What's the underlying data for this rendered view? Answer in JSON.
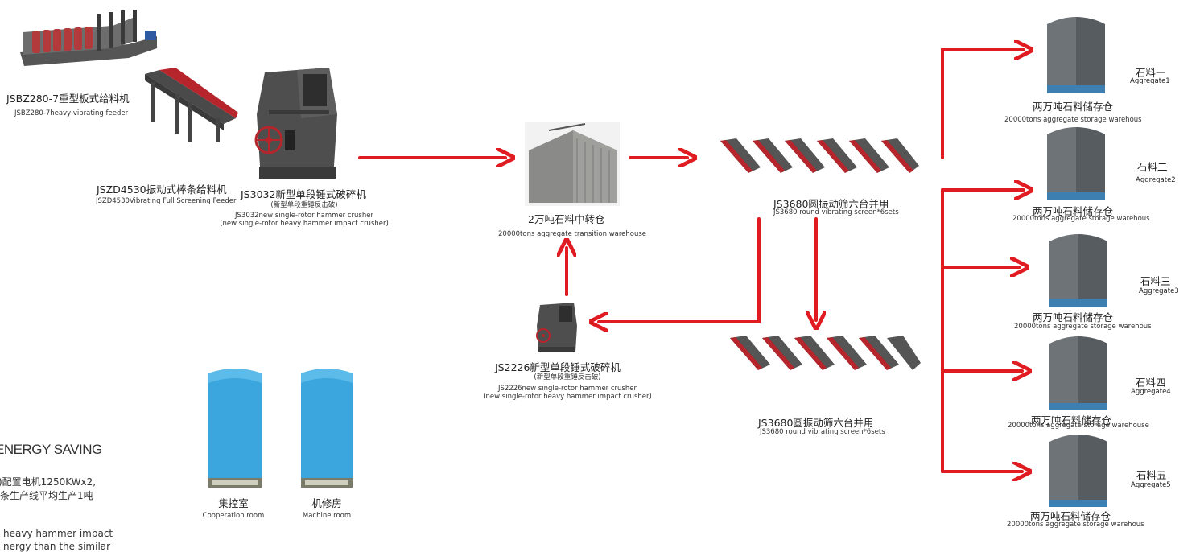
{
  "colors": {
    "arrow": "#e11b22",
    "machine_dark": "#4a4a4a",
    "machine_red": "#b5252b",
    "silo": "#6e7378",
    "silo_base": "#3d7fb0",
    "room": "#3aa6dd"
  },
  "feeder1": {
    "cn": "JSBZ280-7重型板式给料机",
    "en": "JSBZ280-7heavy vibrating feeder"
  },
  "feeder2": {
    "cn": "JSZD4530振动式棒条给料机",
    "en": "JSZD4530Vibrating Full Screening Feeder"
  },
  "crusher1": {
    "cn": "JS3032新型单段锤式破碎机",
    "sub": "(新型单段重锤反击破)",
    "en1": "JS3032new single-rotor hammer crusher",
    "en2": "(new single-rotor heavy hammer impact crusher)"
  },
  "transition": {
    "cn": "2万吨石料中转仓",
    "en": "20000tons aggregate transition warehouse"
  },
  "screen1": {
    "cn": "JS3680圆振动筛六台并用",
    "en": "JS3680 round vibrating screen*6sets"
  },
  "screen2": {
    "cn": "JS3680圆振动筛六台并用",
    "en": "JS3680 round vibrating screen*6sets"
  },
  "crusher2": {
    "cn": "JS2226新型单段锤式破碎机",
    "sub": "(新型单段重锤反击破)",
    "en1": "JS2226new single-rotor hammer crusher",
    "en2": "(new single-rotor heavy hammer impact crusher)"
  },
  "rooms": [
    {
      "cn": "集控室",
      "en": "Cooperation room"
    },
    {
      "cn": "机修房",
      "en": "Machine room"
    }
  ],
  "silos": [
    {
      "cn": "两万吨石料储存仓",
      "en": "20000tons aggregate storage warehous",
      "agg_cn": "石料一",
      "agg_en": "Aggregate1"
    },
    {
      "cn": "两万吨石料储存仓",
      "en": "20000tons aggregate storage warehous",
      "agg_cn": "石料二",
      "agg_en": "Aggregate2"
    },
    {
      "cn": "两万吨石料储存仓",
      "en": "20000tons aggregate storage warehous",
      "agg_cn": "石料三",
      "agg_en": "Aggregate3"
    },
    {
      "cn": "两万吨石料储存仓",
      "en": "20000tons aggregate storage warehouse",
      "agg_cn": "石料四",
      "agg_en": "Aggregate4"
    },
    {
      "cn": "两万吨石料储存仓",
      "en": "20000tons aggregate storage warehous",
      "agg_cn": "石料五",
      "agg_en": "Aggregate5"
    }
  ],
  "energy": {
    "title": "ENERGY SAVING",
    "line1": ")配置电机1250KWx2,",
    "line2": "条生产线平均生产1吨",
    "line3": "heavy  hammer  impact",
    "line4": "nergy  than  the  similar"
  }
}
